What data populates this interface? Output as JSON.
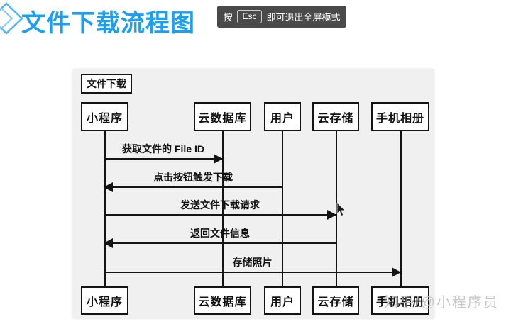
{
  "header": {
    "title": "文件下载流程图",
    "fullscreen_tip": {
      "prefix": "按",
      "key": "Esc",
      "suffix": "即可退出全屏模式"
    }
  },
  "diagram": {
    "type": "sequence-diagram",
    "title_label": "文件下载",
    "participants": [
      {
        "label": "小程序"
      },
      {
        "label": "云数据库"
      },
      {
        "label": "用户"
      },
      {
        "label": "云存储"
      },
      {
        "label": "手机相册"
      }
    ],
    "messages": [
      {
        "text": "获取文件的 File ID",
        "from": "小程序",
        "to": "云数据库",
        "direction": "right"
      },
      {
        "text": "点击按钮触发下载",
        "from": "用户",
        "to": "小程序",
        "direction": "left"
      },
      {
        "text": "发送文件下载请求",
        "from": "小程序",
        "to": "云存储",
        "direction": "right"
      },
      {
        "text": "返回文件信息",
        "from": "云存储",
        "to": "小程序",
        "direction": "left"
      },
      {
        "text": "存储照片",
        "from": "小程序",
        "to": "手机相册",
        "direction": "right"
      }
    ]
  },
  "watermark": "知乎 @小程序员",
  "icons": {
    "logo": "diamond-logo-icon",
    "esc_key": "esc-key",
    "cursor": "mouse-pointer-icon"
  },
  "colors": {
    "title": "#1b9ff0",
    "tooltip_bg": "#4a4a4a",
    "panel_bg": "#f1f0f1",
    "line": "#141414",
    "watermark": "#bebebe"
  }
}
